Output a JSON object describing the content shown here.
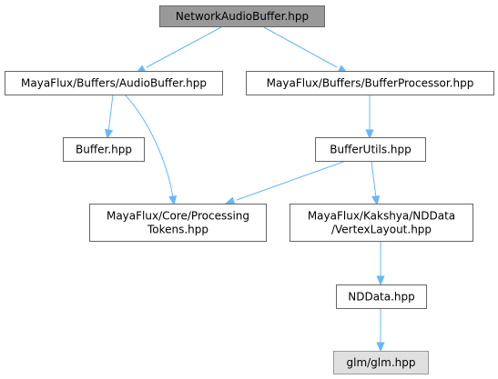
{
  "graph": {
    "nodes": [
      {
        "id": "n0",
        "lines": [
          "NetworkAudioBuffer.hpp"
        ],
        "kind": "root"
      },
      {
        "id": "n1",
        "lines": [
          "MayaFlux/Buffers/AudioBuffer.hpp"
        ],
        "kind": "normal"
      },
      {
        "id": "n2",
        "lines": [
          "MayaFlux/Buffers/BufferProcessor.hpp"
        ],
        "kind": "normal"
      },
      {
        "id": "n3",
        "lines": [
          "Buffer.hpp"
        ],
        "kind": "normal"
      },
      {
        "id": "n4",
        "lines": [
          "BufferUtils.hpp"
        ],
        "kind": "normal"
      },
      {
        "id": "n5",
        "lines": [
          "MayaFlux/Core/Processing",
          "Tokens.hpp"
        ],
        "kind": "normal"
      },
      {
        "id": "n6",
        "lines": [
          "MayaFlux/Kakshya/NDData",
          "/VertexLayout.hpp"
        ],
        "kind": "normal"
      },
      {
        "id": "n7",
        "lines": [
          "NDData.hpp"
        ],
        "kind": "normal"
      },
      {
        "id": "n8",
        "lines": [
          "glm/glm.hpp"
        ],
        "kind": "external"
      }
    ],
    "edges": [
      {
        "from": "n0",
        "to": "n1"
      },
      {
        "from": "n0",
        "to": "n2"
      },
      {
        "from": "n1",
        "to": "n3"
      },
      {
        "from": "n1",
        "to": "n5"
      },
      {
        "from": "n2",
        "to": "n4"
      },
      {
        "from": "n4",
        "to": "n5"
      },
      {
        "from": "n4",
        "to": "n6"
      },
      {
        "from": "n6",
        "to": "n7"
      },
      {
        "from": "n7",
        "to": "n8"
      }
    ],
    "colors": {
      "edge": "#63b8ff",
      "root_fill": "#999999",
      "external_fill": "#e0e0e0",
      "border": "#666666"
    }
  }
}
